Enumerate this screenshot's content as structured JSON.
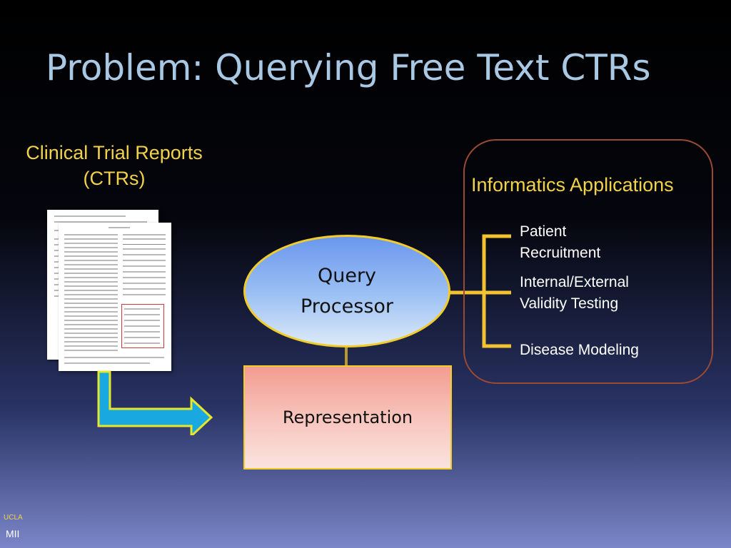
{
  "slide": {
    "title": "Problem: Querying Free Text CTRs",
    "ctr_label_line1": "Clinical Trial Reports",
    "ctr_label_line2": "(CTRs)",
    "query_processor_line1": "Query",
    "query_processor_line2": "Processor",
    "representation": "Representation",
    "apps_title": "Informatics Applications",
    "apps": [
      {
        "line1": "Patient",
        "line2": "Recruitment"
      },
      {
        "line1": "Internal/External",
        "line2": "Validity Testing"
      },
      {
        "line1": "Disease Modeling",
        "line2": ""
      }
    ],
    "footer_logo": "UCLA",
    "footer_text": "MII"
  },
  "colors": {
    "title": "#a9c8e3",
    "accent_yellow": "#f2d24a",
    "bracket": "#f2c230",
    "arrow_fill": "#1aa8e0",
    "arrow_outline": "#e6e62a",
    "apps_border": "#9a4a34"
  }
}
